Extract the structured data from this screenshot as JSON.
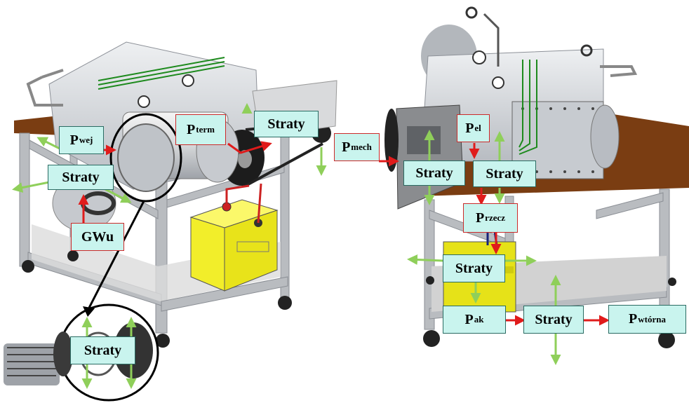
{
  "labels": {
    "p_wej": {
      "main": "P",
      "sub": "wej"
    },
    "straty_left": "Straty",
    "gwu": "GWu",
    "p_term": {
      "main": "P",
      "sub": "term"
    },
    "straty_top": "Straty",
    "p_mech": {
      "main": "P",
      "sub": "mech"
    },
    "p_el": {
      "main": "P",
      "sub": "el"
    },
    "straty_right_a": "Straty",
    "straty_right_b": "Straty",
    "p_rzecz": {
      "main": "P",
      "sub": "rzecz"
    },
    "straty_mid": "Straty",
    "p_ak": {
      "main": "P",
      "sub": "ak"
    },
    "straty_bottom": "Straty",
    "p_wtorna": {
      "main": "P",
      "sub": "wtórna"
    },
    "straty_zoom": "Straty"
  },
  "colors": {
    "label_fill": "#c9f4ee",
    "label_border": "#2a6b62",
    "power_arrow": "#e01b1b",
    "loss_arrow": "#8fcf5a",
    "table_top": "#7a3d12",
    "frame_steel": "#b9bcc0",
    "battery": "#f2ee2a"
  }
}
